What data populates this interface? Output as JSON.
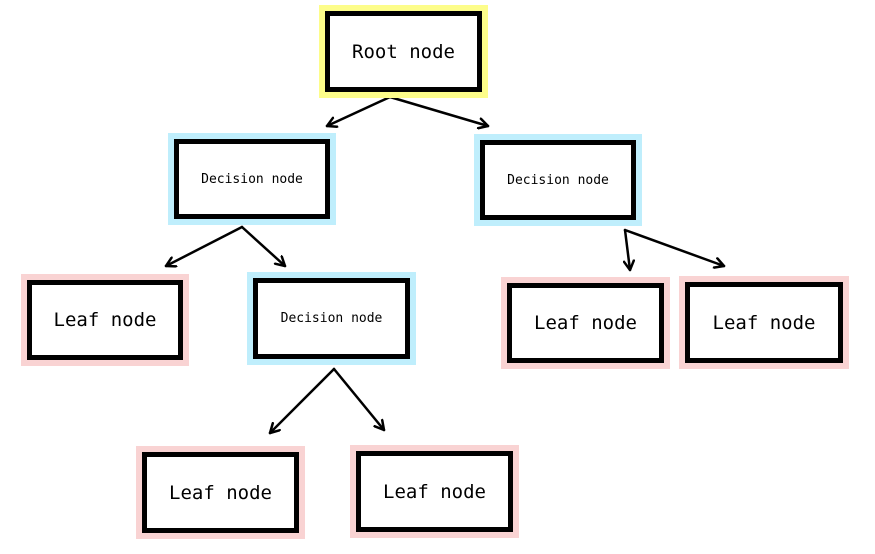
{
  "colors": {
    "root_highlight": "#fdfd8a",
    "decision_highlight": "#bfeefc",
    "leaf_highlight": "#f9d3d3",
    "border": "#000000",
    "arrow": "#000000",
    "background": "#ffffff"
  },
  "nodes": {
    "root": {
      "label": "Root node",
      "type": "root"
    },
    "decision_left": {
      "label": "Decision node",
      "type": "decision"
    },
    "decision_right": {
      "label": "Decision node",
      "type": "decision"
    },
    "decision_mid": {
      "label": "Decision node",
      "type": "decision"
    },
    "leaf_far_left": {
      "label": "Leaf node",
      "type": "leaf"
    },
    "leaf_right_a": {
      "label": "Leaf node",
      "type": "leaf"
    },
    "leaf_right_b": {
      "label": "Leaf node",
      "type": "leaf"
    },
    "leaf_bottom_a": {
      "label": "Leaf node",
      "type": "leaf"
    },
    "leaf_bottom_b": {
      "label": "Leaf node",
      "type": "leaf"
    }
  },
  "edges": [
    {
      "from": "root",
      "to": "decision_left"
    },
    {
      "from": "root",
      "to": "decision_right"
    },
    {
      "from": "decision_left",
      "to": "leaf_far_left"
    },
    {
      "from": "decision_left",
      "to": "decision_mid"
    },
    {
      "from": "decision_right",
      "to": "leaf_right_a"
    },
    {
      "from": "decision_right",
      "to": "leaf_right_b"
    },
    {
      "from": "decision_mid",
      "to": "leaf_bottom_a"
    },
    {
      "from": "decision_mid",
      "to": "leaf_bottom_b"
    }
  ]
}
